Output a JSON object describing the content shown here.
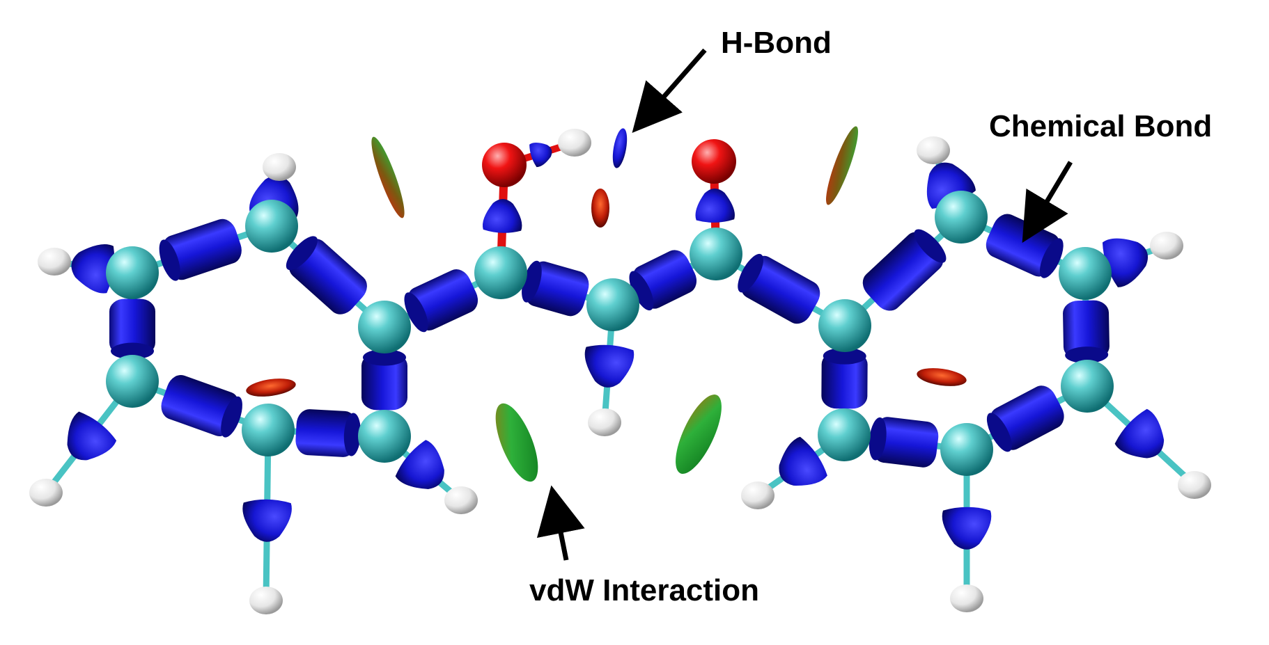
{
  "annotations": {
    "h_bond": "H-Bond",
    "chemical_bond": "Chemical Bond",
    "vdw_interaction": "vdW Interaction"
  },
  "colors": {
    "background": "#ffffff",
    "bond_basin_blue": "#1414d2",
    "carbon_teal": "#3fb6b6",
    "hydrogen_white": "#f2f2f2",
    "oxygen_red": "#e01010",
    "ring_critical_red": "#c81e0a",
    "vdw_green": "#1fae2a",
    "arrow_black": "#000000"
  },
  "molecule": {
    "description_visible": "",
    "atoms": [
      "C",
      "O",
      "H"
    ]
  }
}
